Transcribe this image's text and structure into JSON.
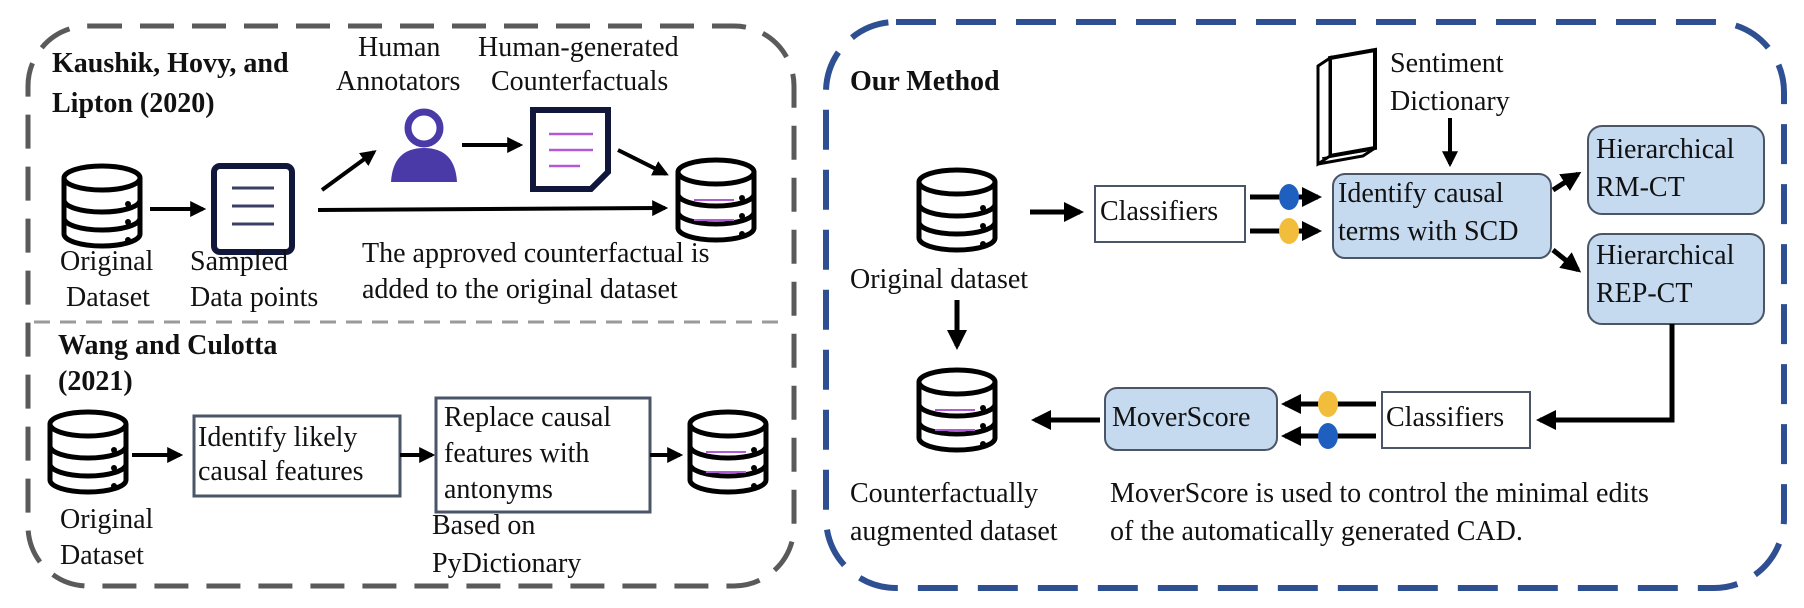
{
  "left_panel": {
    "kaushik": {
      "title_line1": "Kaushik, Hovy, and",
      "title_line2": "Lipton (2020)",
      "human_annotators_line1": "Human",
      "human_annotators_line2": "Annotators",
      "human_cf_line1": "Human-generated",
      "human_cf_line2": "Counterfactuals",
      "original_line1": "Original",
      "original_line2": "Dataset",
      "sampled_line1": "Sampled",
      "sampled_line2": "Data points",
      "approved_line1": "The approved counterfactual is",
      "approved_line2": "added to the original dataset"
    },
    "wang": {
      "title_line1": "Wang and Culotta",
      "title_line2": "(2021)",
      "original_line1": "Original",
      "original_line2": "Dataset",
      "identify_line1": "Identify likely",
      "identify_line2": "causal features",
      "replace_line1": "Replace causal",
      "replace_line2": "features with",
      "replace_line3": "antonyms",
      "based_line1": "Based on",
      "based_line2": "PyDictionary"
    }
  },
  "right_panel": {
    "title": "Our Method",
    "sentiment_line1": "Sentiment",
    "sentiment_line2": "Dictionary",
    "original_dataset": "Original dataset",
    "classifiers_top": "Classifiers",
    "identify_line1": "Identify causal",
    "identify_line2": "terms with SCD",
    "rmct_line1": "Hierarchical",
    "rmct_line2": "RM-CT",
    "repct_line1": "Hierarchical",
    "repct_line2": "REP-CT",
    "classifiers_bottom": "Classifiers",
    "moverscore": "MoverScore",
    "augmented_line1": "Counterfactually",
    "augmented_line2": "augmented dataset",
    "mover_note_line1": "MoverScore is used to control the minimal edits",
    "mover_note_line2": "of the automatically generated CAD."
  },
  "colors": {
    "left_border": "#5a5a5a",
    "right_border": "#2f4f93",
    "box_fill_blue": "#c5d9ef",
    "dot_blue": "#1f5fbf",
    "dot_yellow": "#f2bd3a",
    "annotator_purple": "#4a3aa8",
    "box_border_slate": "#4a5568"
  }
}
